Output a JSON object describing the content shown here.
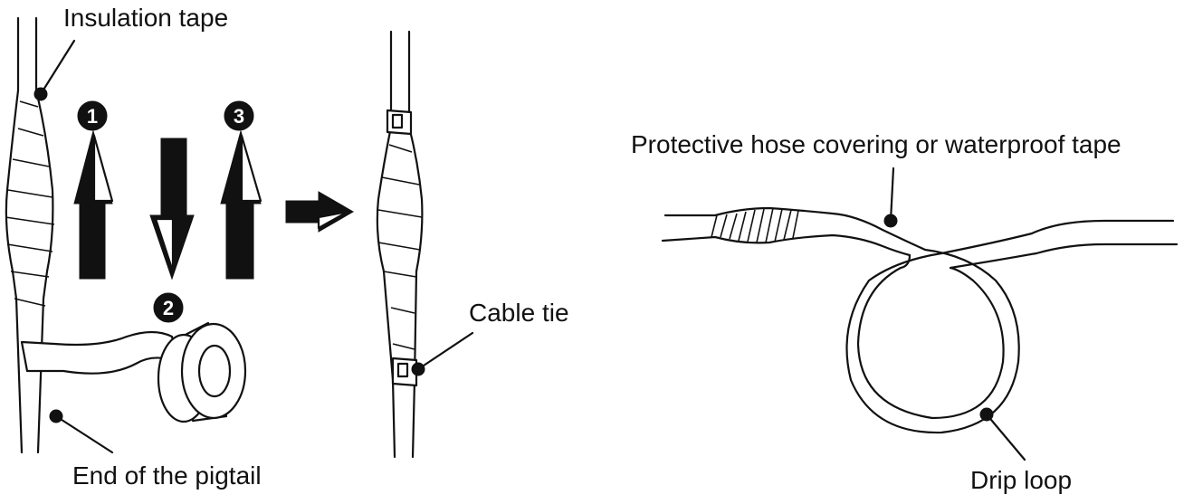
{
  "labels": {
    "insulation_tape": "Insulation tape",
    "end_of_pigtail": "End of the pigtail",
    "cable_tie": "Cable tie",
    "protective_covering": "Protective hose covering or waterproof tape",
    "drip_loop": "Drip loop"
  },
  "steps": [
    "1",
    "2",
    "3"
  ]
}
